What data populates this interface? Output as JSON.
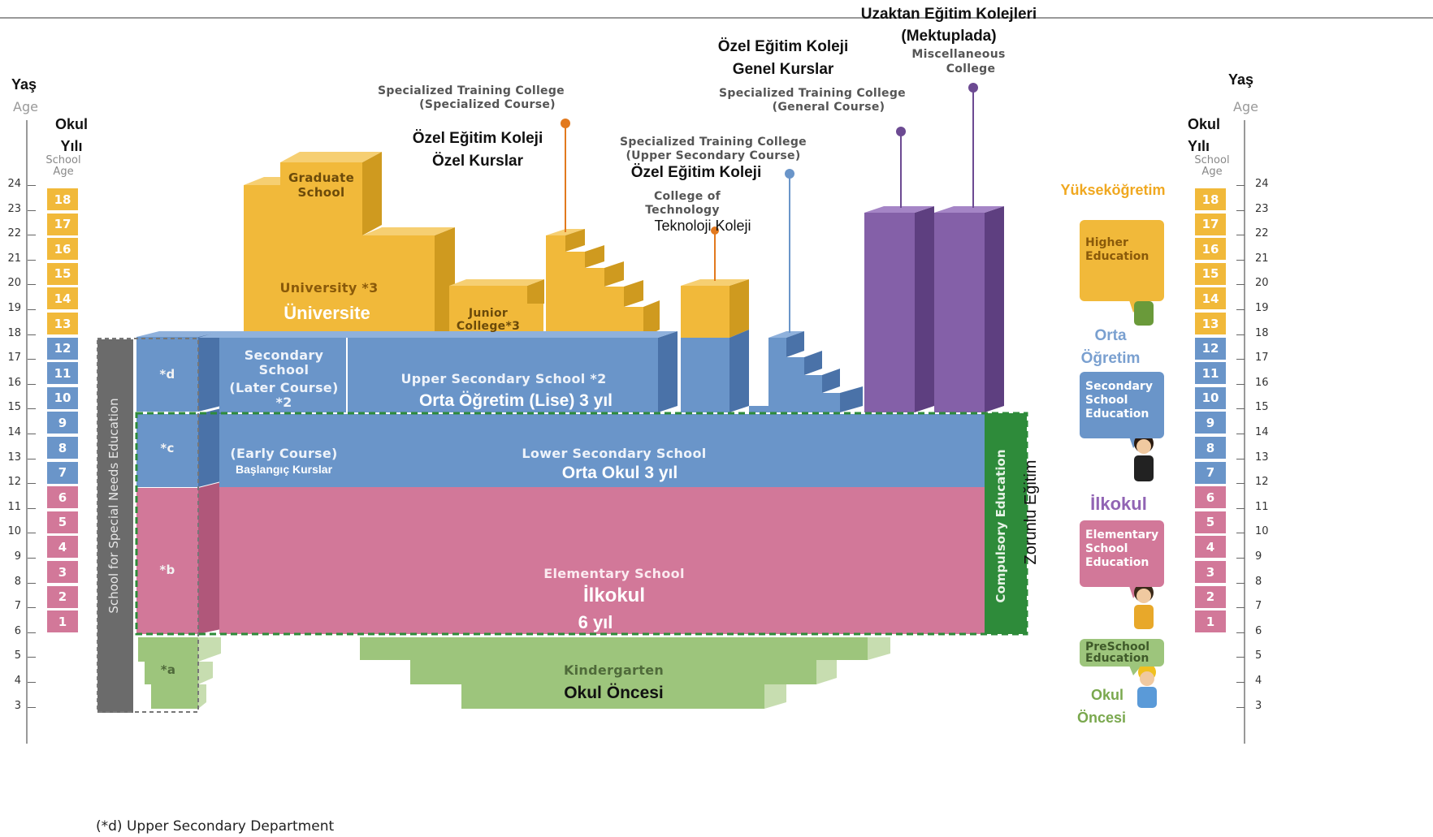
{
  "top_headings": {
    "distance_tr_line1": "Uzaktan Eğitim Kolejleri",
    "distance_tr_line2": "(Mektuplada)",
    "misc_en_line1": "Miscellaneous",
    "misc_en_line2": "College",
    "general_tr_line1": "Özel Eğitim Koleji",
    "general_tr_line2": "Genel Kurslar",
    "general_en_line1": "Specialized Training College",
    "general_en_line2": "(General Course)",
    "specialized_en_line1": "Specialized Training College",
    "specialized_en_line2": "(Specialized Course)",
    "specialized_tr_line1": "Özel Eğitim Koleji",
    "specialized_tr_line2": "Özel Kurslar",
    "upper_en_line1": "Specialized Training College",
    "upper_en_line2": "(Upper Secondary Course)",
    "upper_tr": "Özel Eğitim Koleji",
    "tech_en_line1": "College of",
    "tech_en_line2": "Technology",
    "tech_tr": "Teknoloji  Koleji"
  },
  "left_axis": {
    "age_tr": "Yaş",
    "age_en": "Age",
    "school_year_tr_line1": "Okul",
    "school_year_tr_line2": "Yılı",
    "school_age_en_line1": "School",
    "school_age_en_line2": "Age"
  },
  "right_axis": {
    "age_tr": "Yaş",
    "age_en": "Age",
    "school_year_tr_line1": "Okul",
    "school_year_tr_line2": "Yılı",
    "school_age_en_line1": "School",
    "school_age_en_line2": "Age"
  },
  "ages": [
    "24",
    "23",
    "22",
    "21",
    "20",
    "19",
    "18",
    "17",
    "16",
    "15",
    "14",
    "13",
    "12",
    "11",
    "10",
    "9",
    "8",
    "7",
    "6",
    "5",
    "4",
    "3"
  ],
  "school_years": [
    "18",
    "17",
    "16",
    "15",
    "14",
    "13",
    "12",
    "11",
    "10",
    "9",
    "8",
    "7",
    "6",
    "5",
    "4",
    "3",
    "2",
    "1"
  ],
  "blocks": {
    "graduate_line1": "Graduate",
    "graduate_line2": "School",
    "university_en": "University *3",
    "university_tr": "Üniversite",
    "junior_line1": "Junior",
    "junior_line2": "College*3",
    "sec_later_line1": "Secondary",
    "sec_later_line2": "School",
    "sec_later_line3": "(Later Course)",
    "sec_later_line4": "*2",
    "sec_early_en": "(Early Course)",
    "sec_early_tr": "Başlangıç Kurslar",
    "upper_sec_en": "Upper Secondary School *2",
    "upper_sec_tr": "Orta Öğretim (Lise)  3 yıl",
    "lower_sec_en": "Lower Secondary School",
    "lower_sec_tr": "Orta Okul  3 yıl",
    "elementary_en": "Elementary School",
    "elementary_tr_line1": "İlkokul",
    "elementary_tr_line2": "6 yıl",
    "kindergarten_en": "Kindergarten",
    "kindergarten_tr": "Okul Öncesi",
    "special_needs": "School for Special Needs Education",
    "special_d": "*d",
    "special_c": "*c",
    "special_b": "*b",
    "special_a": "*a",
    "compulsory_en": "Compulsory Education",
    "compulsory_tr": "Zorunlu Eğitim"
  },
  "legend": {
    "higher_tr": "Yükseköğretim",
    "higher_en_line1": "Higher",
    "higher_en_line2": "Education",
    "secondary_tr_line1": "Orta",
    "secondary_tr_line2": "Öğretim",
    "secondary_en_line1": "Secondary",
    "secondary_en_line2": "School",
    "secondary_en_line3": "Education",
    "elementary_tr": "İlkokul",
    "elementary_en_line1": "Elementary",
    "elementary_en_line2": "School",
    "elementary_en_line3": "Education",
    "preschool_en_line1": "PreSchool",
    "preschool_en_line2": "Education",
    "preschool_tr_line1": "Okul",
    "preschool_tr_line2": "Öncesi"
  },
  "footnote": "(*d) Upper Secondary Department",
  "colors": {
    "higher": "#f1b93a",
    "secondary": "#6a95c9",
    "elementary": "#d27899",
    "preschool": "#9dc57c",
    "misc": "#8460a8",
    "compulsory": "#2e8b3a",
    "special": "#6b6b6b",
    "legend_higher_tr": "#f0a820",
    "legend_secondary_tr": "#7aa0d0",
    "legend_elementary_tr": "#9164b4",
    "legend_preschool_tr": "#7aa84e"
  }
}
